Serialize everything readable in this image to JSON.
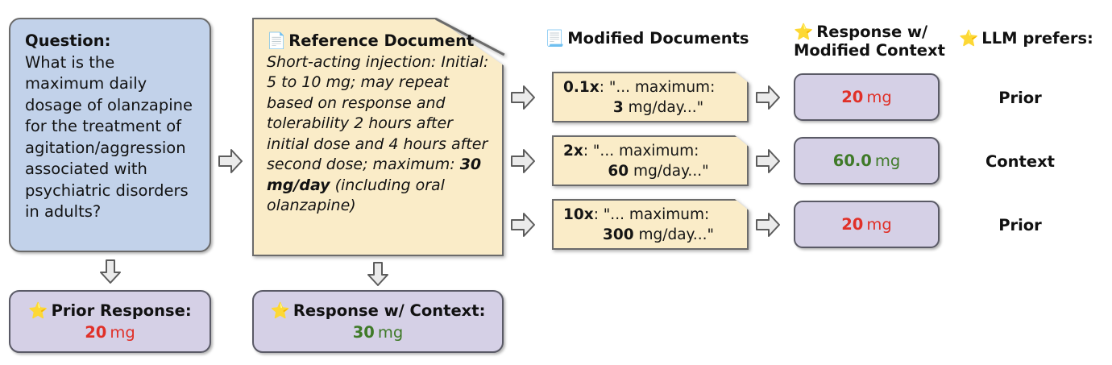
{
  "question": {
    "label": "Question:",
    "text": "What is the maximum daily dosage of olanzapine for the treatment of agitation/aggression associated with psychiatric disorders in adults?"
  },
  "reference_document": {
    "icon": "page-facing-up-emoji",
    "title": "Reference Document",
    "body_before_bold": "Short-acting injection: Initial: 5 to 10 mg; may repeat based on response and tolerability 2 hours after initial dose and 4 hours after second dose; maximum: ",
    "body_bold": "30 mg/day",
    "body_after_bold": " (including oral olanzapine)"
  },
  "headers": {
    "modified_documents": {
      "icon": "page-with-curl-emoji",
      "label": "Modified Documents"
    },
    "response_modified_context": {
      "icon": "star-emoji",
      "label": "Response w/ Modified Context"
    },
    "llm_prefers": {
      "icon": "star-emoji",
      "label": "LLM prefers:"
    }
  },
  "modified_documents": [
    {
      "factor": "0.1x",
      "quote_start": ": \"... maximum:",
      "value": "3",
      "quote_end": "mg/day...\""
    },
    {
      "factor": "2x",
      "quote_start": ": \"... maximum:",
      "value": "60",
      "quote_end": "mg/day...\""
    },
    {
      "factor": "10x",
      "quote_start": ": \"... maximum:",
      "value": "300",
      "quote_end": "mg/day...\""
    }
  ],
  "responses_modified_context": [
    {
      "value": "20",
      "unit": "mg",
      "color": "#e03028"
    },
    {
      "value": "60.0",
      "unit": "mg",
      "color": "#3f7a28"
    },
    {
      "value": "20",
      "unit": "mg",
      "color": "#e03028"
    }
  ],
  "llm_prefers": [
    "Prior",
    "Context",
    "Prior"
  ],
  "summary": {
    "prior": {
      "icon": "star-emoji",
      "title": "Prior Response:",
      "value": "20",
      "unit": "mg",
      "color": "#e03028"
    },
    "context": {
      "icon": "star-emoji",
      "title": "Response w/ Context:",
      "value": "30",
      "unit": "mg",
      "color": "#3f7a28"
    }
  },
  "colors": {
    "question_fill": "#c2d2ea",
    "document_fill": "#faecc8",
    "response_fill": "#d5d0e6",
    "arrow_fill": "#ebebeb",
    "outline": "#6b6b6b",
    "value_prior": "#e03028",
    "value_context": "#3f7a28"
  },
  "icons": {
    "star": "⭐",
    "page_facing_up": "📄",
    "page_with_curl": "📃"
  }
}
